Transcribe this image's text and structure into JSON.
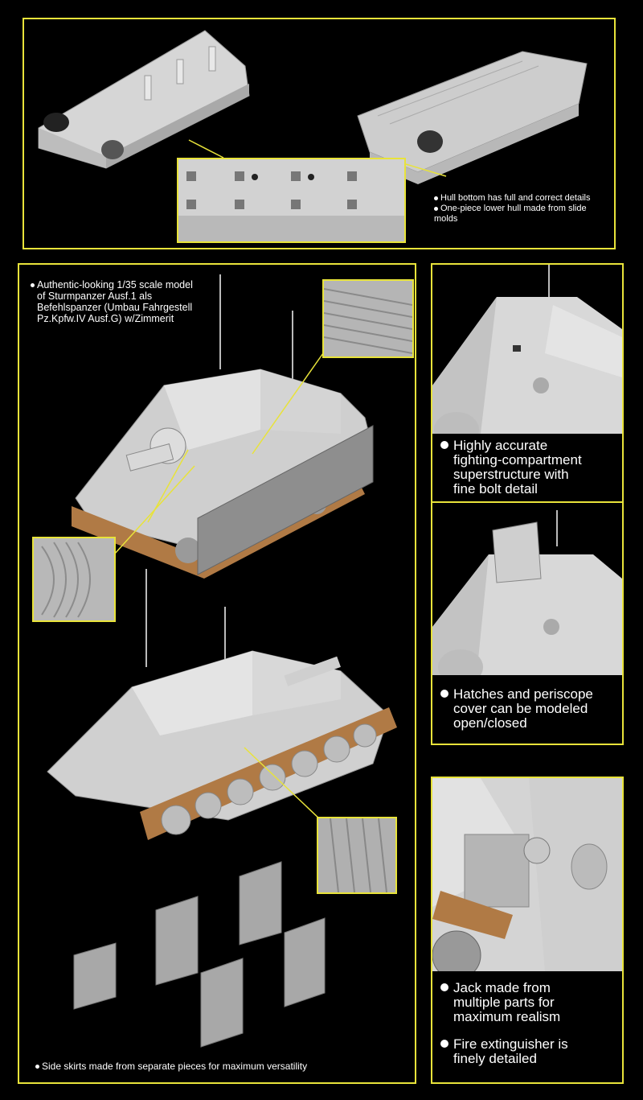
{
  "hull_panel": {
    "bullets": [
      "Hull bottom has full and correct details",
      "One-piece lower hull made from slide molds"
    ]
  },
  "main_panel": {
    "intro_lines": [
      "Authentic-looking 1/35 scale model",
      "of Sturmpanzer Ausf.1 als",
      "Befehlspanzer (Umbau Fahrgestell",
      "Pz.Kpfw.IV Ausf.G) w/Zimmerit"
    ],
    "skirts_caption": "Side skirts made from separate pieces for maximum versatility"
  },
  "right_panel_1": {
    "lines": [
      "Highly accurate",
      "fighting-compartment",
      "superstructure with",
      "fine bolt detail"
    ]
  },
  "right_panel_2": {
    "lines": [
      "Hatches and periscope",
      "cover can be modeled",
      "open/closed"
    ]
  },
  "right_panel_3": {
    "bullet1_lines": [
      "Jack made from",
      "multiple parts for",
      "maximum realism"
    ],
    "bullet2_lines": [
      "Fire extinguisher is",
      "finely detailed"
    ]
  },
  "colors": {
    "accent_yellow": "#e8e33a",
    "model_grey": "#cfcfcf",
    "track_brown": "#b07a45",
    "background": "#000000"
  }
}
